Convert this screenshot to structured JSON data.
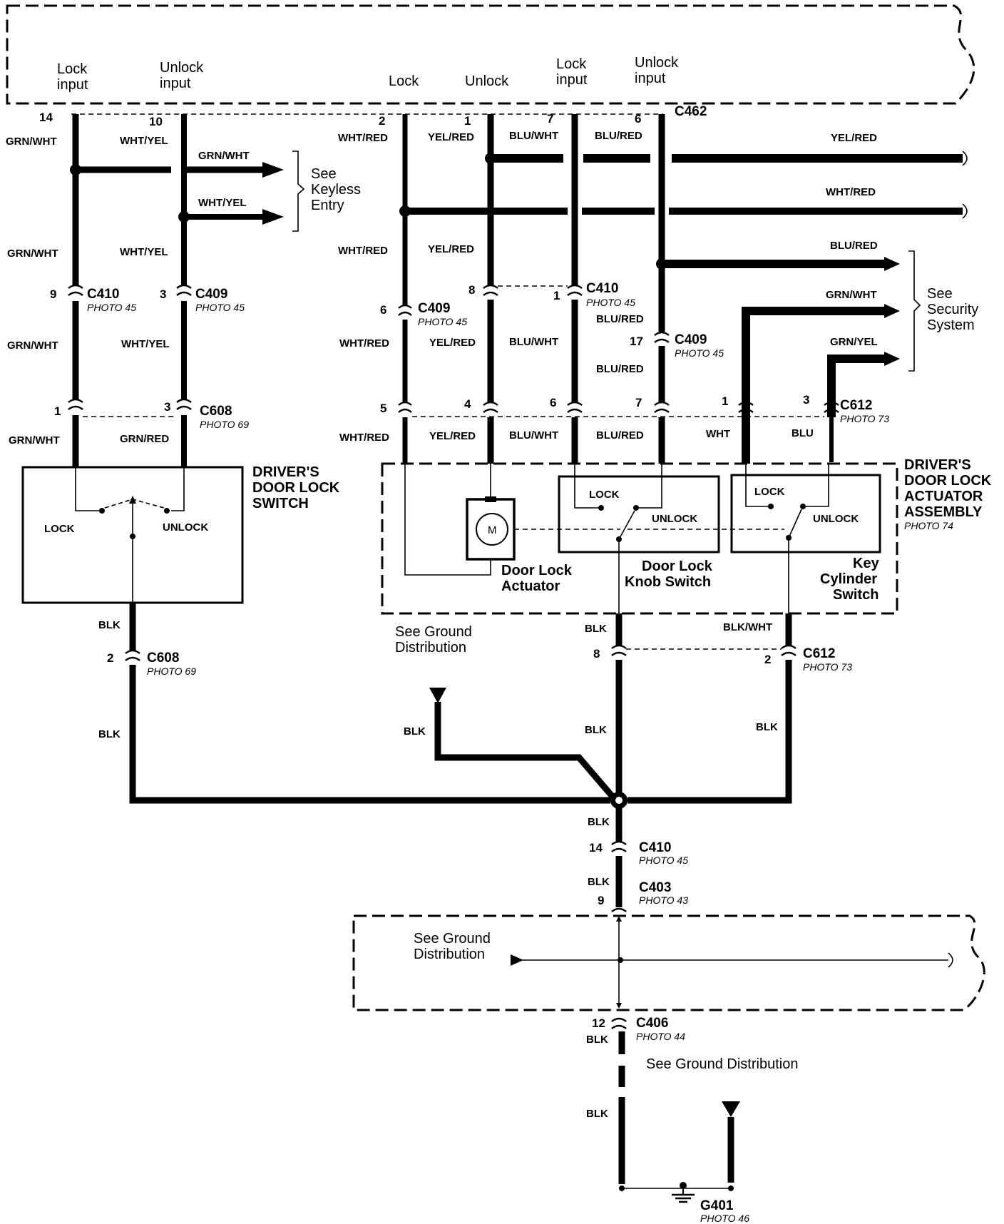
{
  "colors": {
    "ink": "#000000",
    "paper": "#ffffff"
  },
  "top_module": {
    "lock_input_1": "Lock",
    "lock_input_2": "input",
    "unlock_input_1": "Unlock",
    "unlock_input_2": "input",
    "lock": "Lock",
    "unlock": "Unlock",
    "lock_input_b1": "Lock",
    "lock_input_b2": "input",
    "unlock_input_b1": "Unlock",
    "unlock_input_b2": "input",
    "connector": "C462",
    "pins": [
      "14",
      "10",
      "2",
      "1",
      "7",
      "6"
    ]
  },
  "wires": {
    "grn_wht": "GRN/WHT",
    "wht_yel": "WHT/YEL",
    "wht_red": "WHT/RED",
    "yel_red": "YEL/RED",
    "blu_wht": "BLU/WHT",
    "blu_red": "BLU/RED",
    "grn_red": "GRN/RED",
    "grn_yel": "GRN/YEL",
    "wht": "WHT",
    "blu": "BLU",
    "blk": "BLK",
    "blk_wht": "BLK/WHT"
  },
  "connectors": {
    "c410": "C410",
    "c409": "C409",
    "c608": "C608",
    "c612": "C612",
    "c403": "C403",
    "c406": "C406",
    "g401": "G401",
    "photo45": "PHOTO 45",
    "photo69": "PHOTO 69",
    "photo73": "PHOTO 73",
    "photo74": "PHOTO 74",
    "photo43": "PHOTO 43",
    "photo44": "PHOTO 44",
    "photo46": "PHOTO 46",
    "pin_9": "9",
    "pin_3": "3",
    "pin_8": "8",
    "pin_1": "1",
    "pin_6": "6",
    "pin_17": "17",
    "pin_5": "5",
    "pin_4": "4",
    "pin_7": "7",
    "pin_2": "2",
    "pin_14": "14",
    "pin_12": "12"
  },
  "references": {
    "keyless_1": "See",
    "keyless_2": "Keyless",
    "keyless_3": "Entry",
    "security_1": "See",
    "security_2": "Security",
    "security_3": "System",
    "ground_dist_1": "See Ground",
    "ground_dist_2": "Distribution",
    "ground_dist_full": "See Ground Distribution"
  },
  "switch_assembly": {
    "title_1": "DRIVER'S",
    "title_2": "DOOR LOCK",
    "title_3": "SWITCH",
    "lock": "LOCK",
    "unlock": "UNLOCK"
  },
  "actuator_assembly": {
    "title_1": "DRIVER'S",
    "title_2": "DOOR LOCK",
    "title_3": "ACTUATOR",
    "title_4": "ASSEMBLY",
    "motor": "M",
    "actuator_1": "Door Lock",
    "actuator_2": "Actuator",
    "knob_1": "Door Lock",
    "knob_2": "Knob Switch",
    "key_1": "Key",
    "key_2": "Cylinder",
    "key_3": "Switch",
    "lock": "LOCK",
    "unlock": "UNLOCK"
  }
}
